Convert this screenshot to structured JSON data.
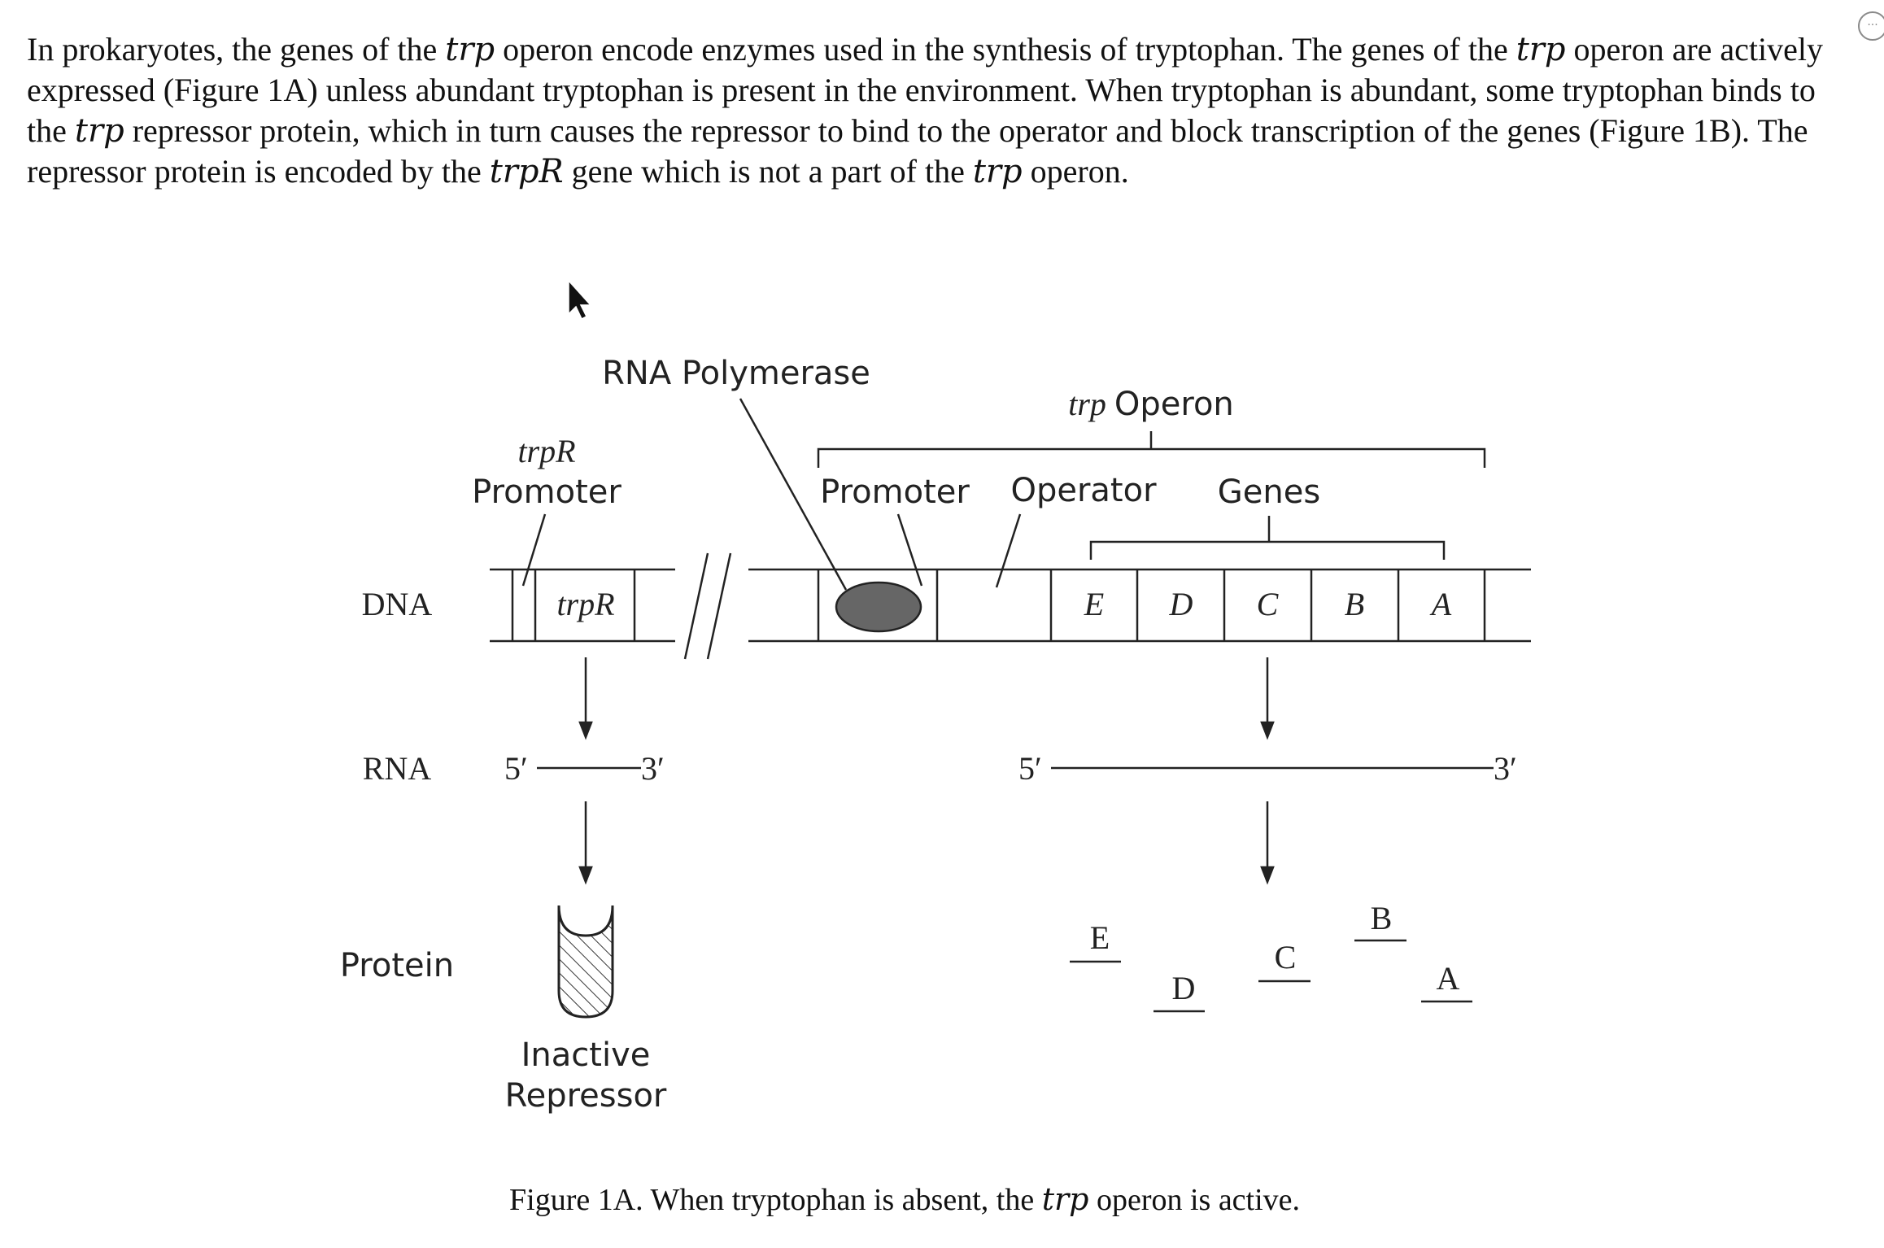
{
  "intro": {
    "s1a": "In prokaryotes, the genes of the ",
    "trp": "trp",
    "s1b": " operon encode enzymes used in the synthesis of tryptophan. The genes of the ",
    "s2a": " operon are actively expressed (Figure 1A) unless abundant tryptophan is present in the environment. When tryptophan is abundant, some tryptophan binds to the ",
    "s2b": " repressor protein, which in turn causes the repressor to bind to the operator and block transcription of the genes (Figure 1B). The repressor protein is encoded by the ",
    "trpR": "trpR",
    "s3a": " gene which is not a part of the ",
    "s3b": " operon."
  },
  "diagram": {
    "row_dna": "DNA",
    "row_rna": "RNA",
    "row_protein": "Protein",
    "trpR_promoter_italic": "trpR",
    "trpR_promoter_word": "Promoter",
    "trpR_gene": "trpR",
    "rna_polymerase": "RNA Polymerase",
    "operon_italic": "trp",
    "operon_word": "Operon",
    "promoter": "Promoter",
    "operator": "Operator",
    "genes": "Genes",
    "gene_boxes": [
      "E",
      "D",
      "C",
      "B",
      "A"
    ],
    "rna_left_5": "5′",
    "rna_left_3": "3′",
    "rna_right_5": "5′",
    "rna_right_3": "3′",
    "proteins": [
      "E",
      "D",
      "C",
      "B",
      "A"
    ],
    "inactive_line1": "Inactive",
    "inactive_line2": "Repressor"
  },
  "caption": {
    "a": "Figure 1A. When tryptophan is absent, the ",
    "trp": "trp",
    "b": " operon is active."
  },
  "corner_button": "···"
}
